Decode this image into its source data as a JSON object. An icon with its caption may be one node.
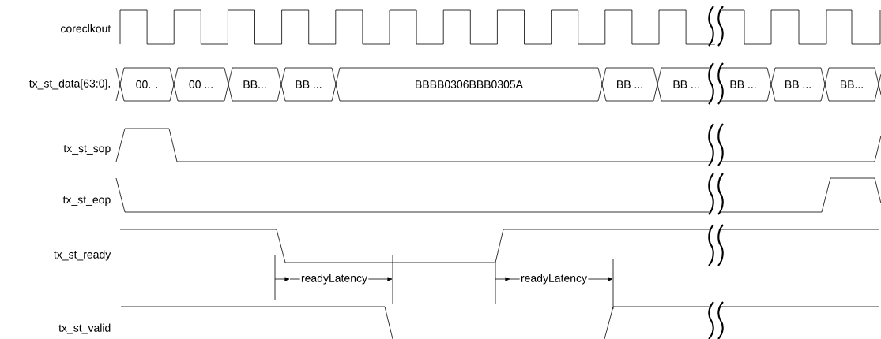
{
  "diagram": {
    "labels": [
      "coreclkout",
      "tx_st_data[63:0].",
      "00. .",
      "00 ...",
      "BB...",
      "BB ...",
      "BBBB0306BBB0305A",
      "BB ...",
      "BB ...",
      "BB ...",
      "BB ...",
      "BB...",
      "tx_st_sop",
      "tx_st_eop",
      "tx_st_ready",
      "readyLatency",
      "readyLatency",
      "tx_st_valid"
    ]
  }
}
